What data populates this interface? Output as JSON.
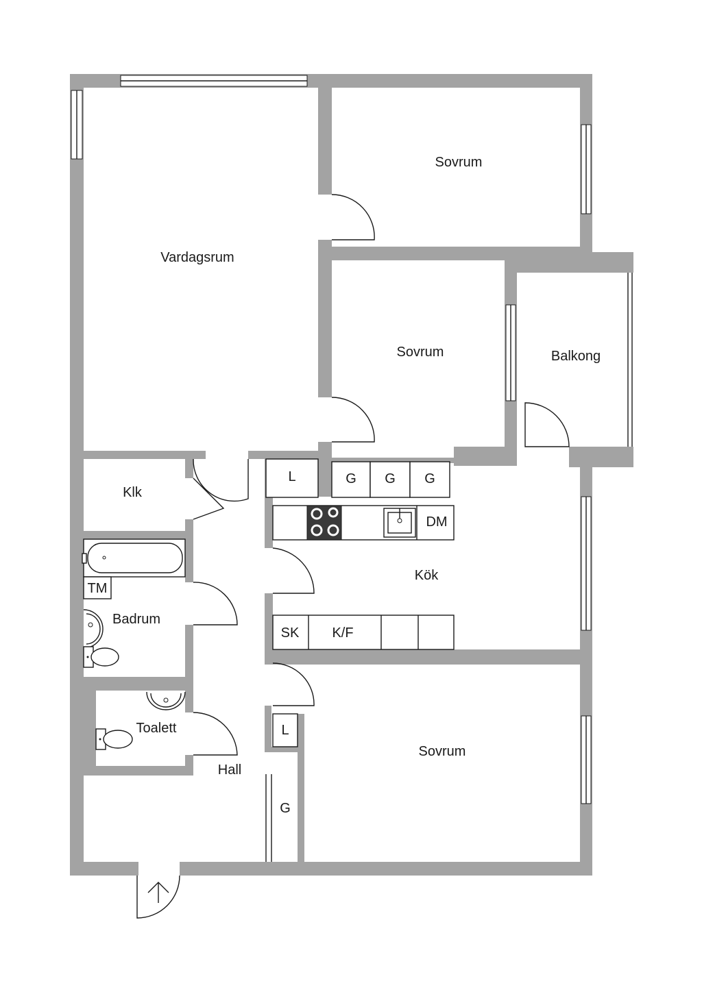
{
  "rooms": {
    "vardagsrum": "Vardagsrum",
    "sovrum_top": "Sovrum",
    "sovrum_middle": "Sovrum",
    "balkong": "Balkong",
    "klk": "Klk",
    "kok": "Kök",
    "badrum": "Badrum",
    "toalett": "Toalett",
    "hall": "Hall",
    "sovrum_bottom": "Sovrum"
  },
  "fixtures": {
    "l_kitchen": "L",
    "g1": "G",
    "g2": "G",
    "g3": "G",
    "dm": "DM",
    "sk": "SK",
    "kf": "K/F",
    "tm": "TM",
    "l_hall": "L",
    "g_hall": "G"
  },
  "icons": {
    "entrance": "arrow-up-icon",
    "stove": "stove-icon",
    "sink": "sink-icon",
    "bathtub": "bathtub-icon",
    "toilet": "toilet-icon",
    "washbasin": "washbasin-icon"
  },
  "colors": {
    "wall": "#a3a3a3",
    "line": "#1a1a1a",
    "stove": "#3a3a3a"
  }
}
